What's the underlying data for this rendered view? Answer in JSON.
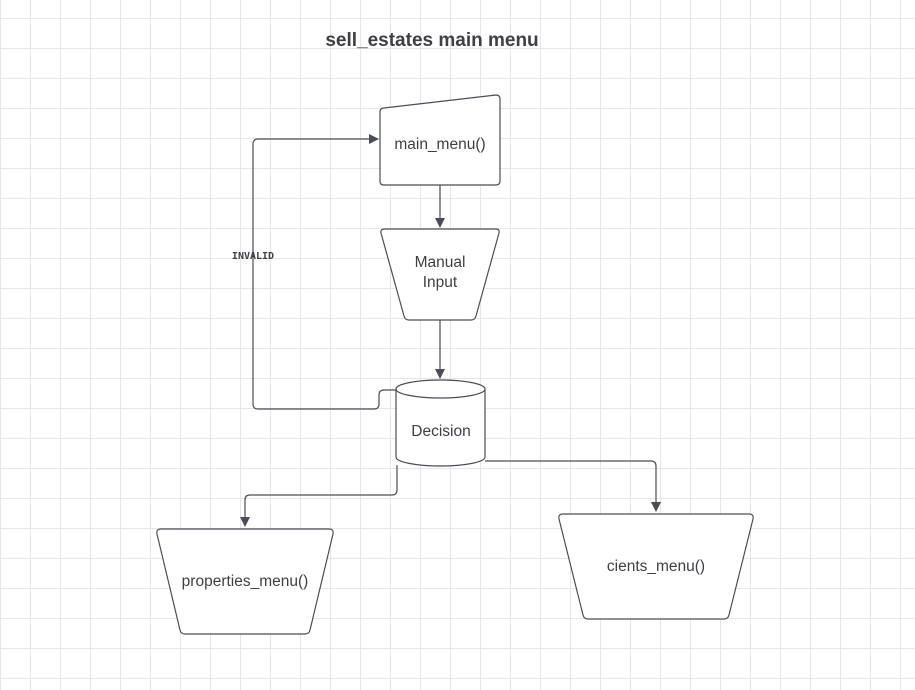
{
  "title": "sell_estates main menu",
  "nodes": {
    "main_menu": {
      "label": "main_menu()"
    },
    "manual_input": {
      "label_line1": "Manual",
      "label_line2": "Input"
    },
    "decision": {
      "label": "Decision"
    },
    "properties_menu": {
      "label": "properties_menu()"
    },
    "clients_menu": {
      "label": "cients_menu()"
    }
  },
  "edges": {
    "invalid_loop": {
      "label": "INVALID"
    }
  },
  "colors": {
    "stroke": "#4a4d55",
    "text": "#3d3f45",
    "grid": "#e6e6e6",
    "background": "#ffffff"
  }
}
